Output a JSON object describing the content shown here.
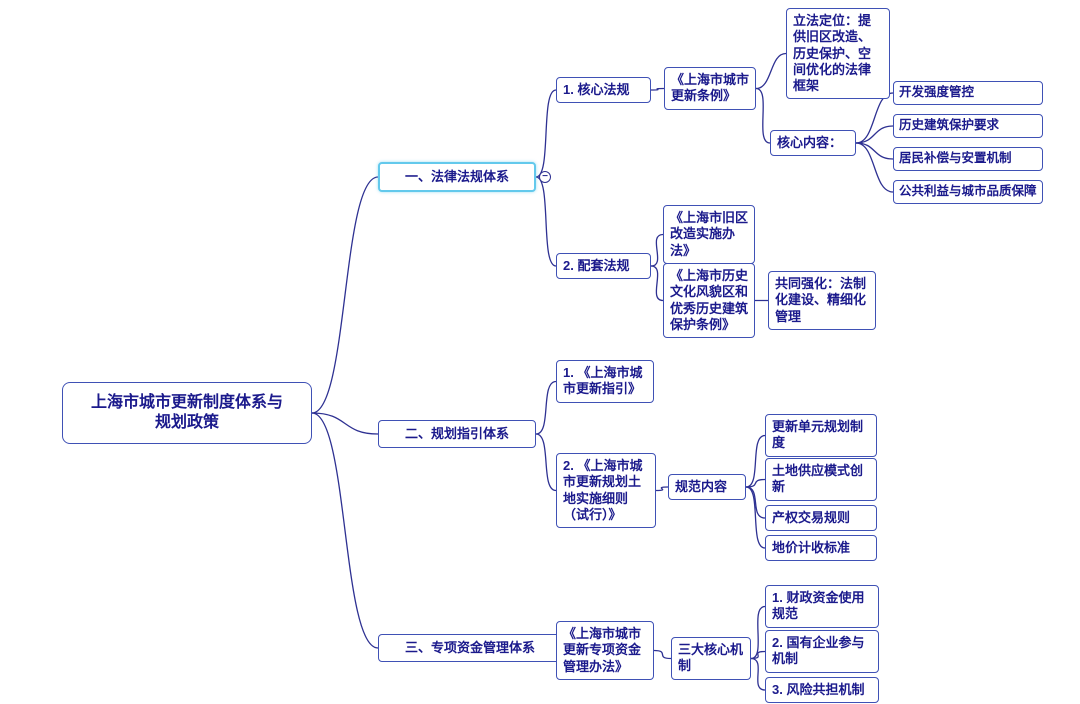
{
  "root": {
    "label": "上海市城市更新制度体系与\n规划政策"
  },
  "branches": {
    "legal": {
      "label": "一、法律法规体系",
      "collapse_indicator": "−",
      "core": {
        "label": "1. 核心法规",
        "regulation": {
          "label": "《上海市城市更新条例》",
          "positioning": "立法定位：提供旧区改造、历史保护、空间优化的法律框架",
          "core_content": {
            "label": "核心内容：",
            "items": [
              "开发强度管控",
              "历史建筑保护要求",
              "居民补偿与安置机制",
              "公共利益与城市品质保障"
            ]
          }
        }
      },
      "supporting": {
        "label": "2. 配套法规",
        "documents": [
          "《上海市旧区改造实施办法》",
          "《上海市历史文化风貌区和优秀历史建筑保护条例》"
        ],
        "note": "共同强化：法制化建设、精细化管理"
      }
    },
    "planning": {
      "label": "二、规划指引体系",
      "documents": [
        "1. 《上海市城市更新指引》",
        "2. 《上海市城市更新规划土地实施细则（试行）》"
      ],
      "spec": {
        "label": "规范内容",
        "items": [
          "更新单元规划制度",
          "土地供应模式创新",
          "产权交易规则",
          "地价计收标准"
        ]
      }
    },
    "funding": {
      "label": "三、专项资金管理体系",
      "document": "《上海市城市更新专项资金管理办法》",
      "mechanisms": {
        "label": "三大核心机制",
        "items": [
          "1. 财政资金使用规范",
          "2. 国有企业参与机制",
          "3. 风险共担机制"
        ]
      }
    }
  },
  "colors": {
    "background": "#ffffff",
    "node_border": "#3f51b5",
    "node_text": "#1b1a8c",
    "edge": "#2e3192",
    "highlight_border": "#63c9ec"
  }
}
